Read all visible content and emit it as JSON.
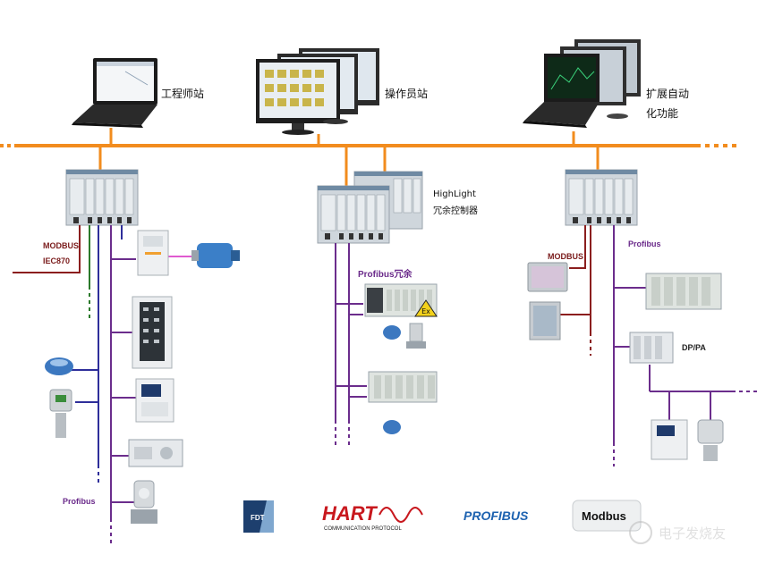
{
  "stations": {
    "engineering": "工程师站",
    "operator": "操作员站",
    "extended": "扩展自动",
    "extended2": "化功能"
  },
  "controllers": {
    "highlight": "HighLight",
    "highlight2": "冗余控制器"
  },
  "buses": {
    "modbus_left": "MODBUS",
    "iec870": "IEC870",
    "profibus_left": "Profibus",
    "profibus_redundant": "Profibus冗余",
    "modbus_right": "MODBUS",
    "profibus_right": "Profibus",
    "dp_pa": "DP/PA"
  },
  "logos": {
    "fdt": "FDT",
    "hart": "HART",
    "hart_sub": "COMMUNICATION PROTOCOL",
    "profibus": "PROFIBUS",
    "modbus": "Modbus",
    "watermark": "电子发烧友"
  },
  "colors": {
    "ethernet": "#f28c1e",
    "profibus": "#6b2d8c",
    "modbus": "#8b1e1e",
    "blue_bus": "#2e2e9a"
  }
}
